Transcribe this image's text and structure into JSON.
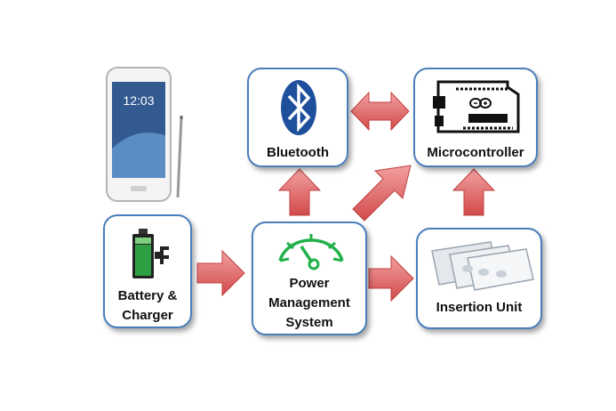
{
  "nodes": {
    "bluetooth": {
      "label": "Bluetooth",
      "icon": "bluetooth-icon"
    },
    "microcontroller": {
      "label": "Microcontroller",
      "icon": "arduino-board-icon"
    },
    "battery": {
      "label_line1": "Battery &",
      "label_line2": "Charger",
      "icon": "battery-charging-icon"
    },
    "power": {
      "label_line1": "Power",
      "label_line2": "Management",
      "label_line3": "System",
      "icon": "gauge-icon"
    },
    "insertion": {
      "label": "Insertion Unit",
      "icon": "glass-slides-icon"
    }
  },
  "smartphone": {
    "time": "12:03",
    "icon": "smartphone-icon"
  },
  "colors": {
    "box_border": "#4a7ebb",
    "arrow_fill": "#e46c6c",
    "bluetooth_blue": "#1e4f9c",
    "battery_green": "#2ea043",
    "gauge_green": "#22b04b"
  }
}
